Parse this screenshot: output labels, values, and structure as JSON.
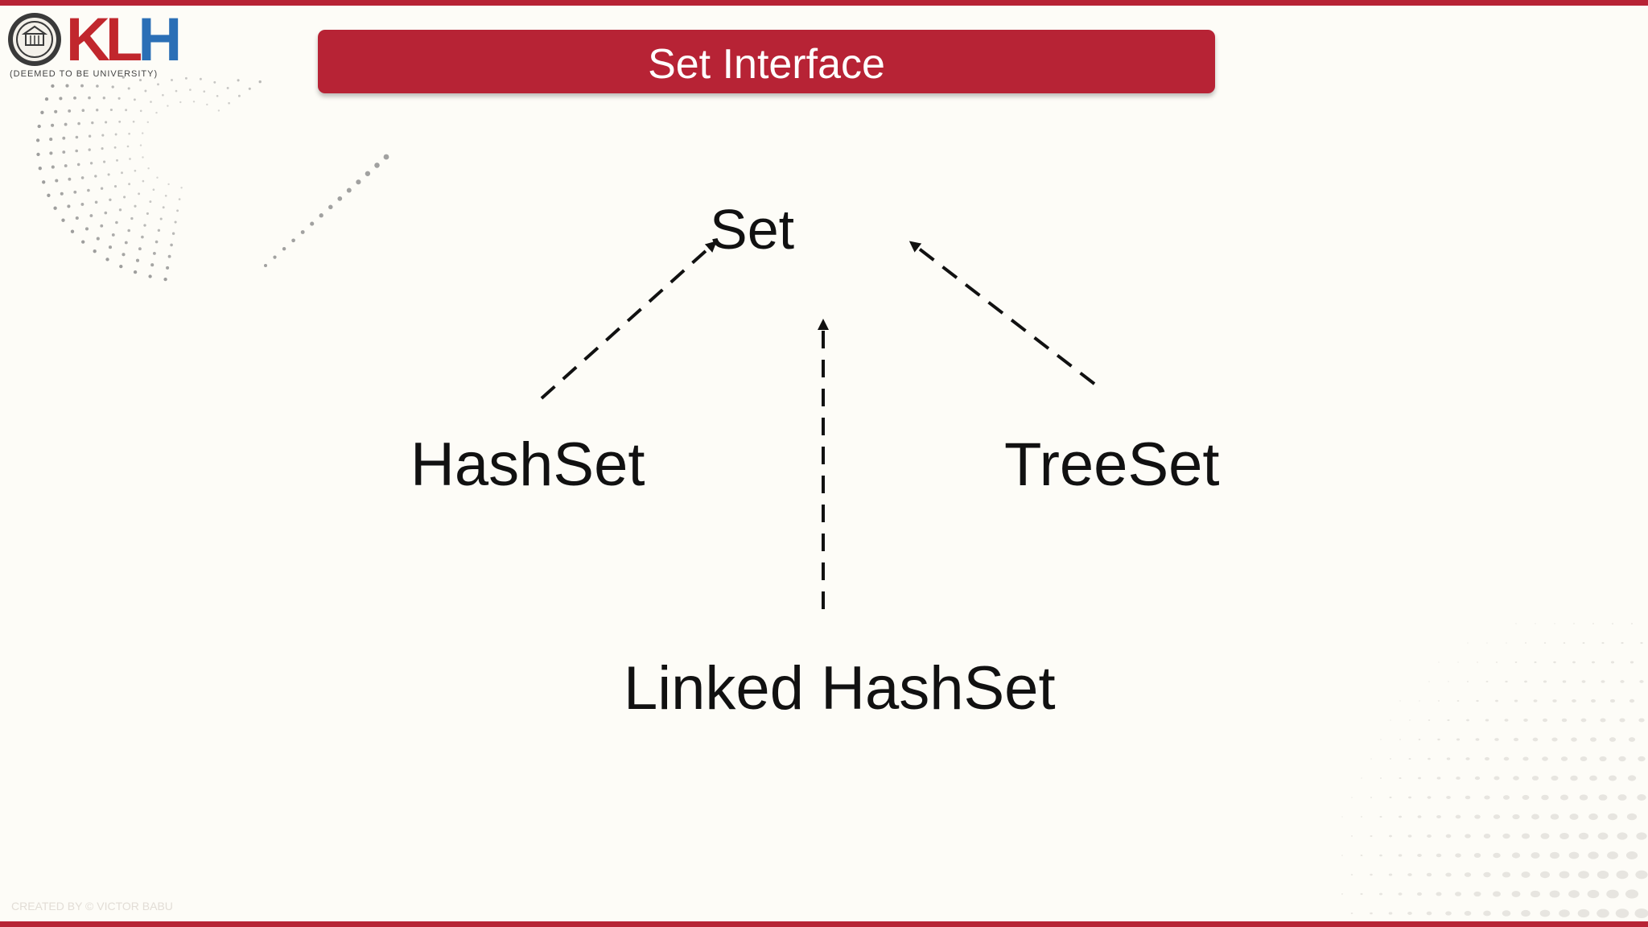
{
  "title": "Set Interface",
  "logo": {
    "letters": [
      "K",
      "L",
      "H"
    ],
    "tagline": "(DEEMED TO BE UNIVERSITY)",
    "seal_icon": "university-seal-icon"
  },
  "diagram": {
    "nodes": {
      "set": "Set",
      "hashset": "HashSet",
      "treeset": "TreeSet",
      "linked_hashset": "Linked HashSet"
    },
    "edges": [
      {
        "from": "HashSet",
        "to": "Set",
        "style": "dashed-arrow"
      },
      {
        "from": "Linked HashSet",
        "to": "Set",
        "style": "dashed-arrow"
      },
      {
        "from": "TreeSet",
        "to": "Set",
        "style": "dashed-arrow"
      }
    ]
  },
  "footer": {
    "credit": "CREATED BY © VICTOR BABU"
  },
  "colors": {
    "accent": "#b72335",
    "background": "#fdfcf7",
    "text": "#111111",
    "title_text": "#ffffff"
  }
}
